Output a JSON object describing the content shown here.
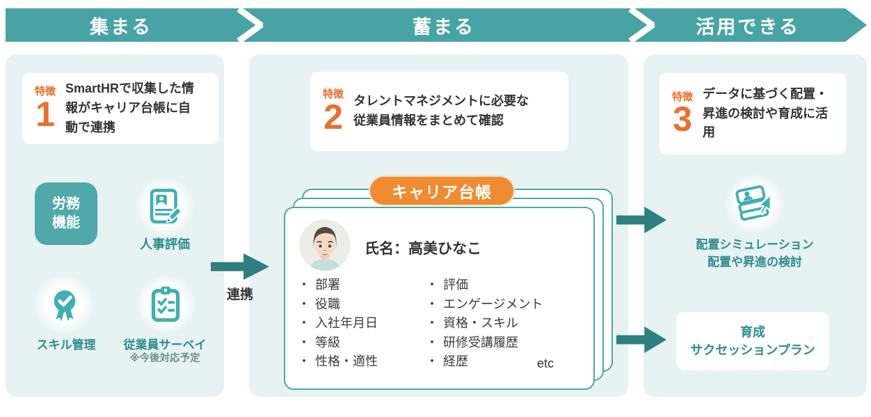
{
  "banner": {
    "steps": [
      "集まる",
      "蓄まる",
      "活用できる"
    ]
  },
  "features": [
    {
      "tag": "特徴",
      "number": "1",
      "text": "SmartHRで収集した情報がキャリア台帳に自動で連携"
    },
    {
      "tag": "特徴",
      "number": "2",
      "text": "タレントマネジメントに必要な従業員情報をまとめて確認"
    },
    {
      "tag": "特徴",
      "number": "3",
      "text": "データに基づく配置・昇進の検討や育成に活用"
    }
  ],
  "gather": {
    "labor_box": {
      "line1": "労務",
      "line2": "機能"
    },
    "hr_eval": {
      "label": "人事評価"
    },
    "skill": {
      "label": "スキル管理"
    },
    "survey": {
      "label": "従業員サーベイ",
      "note": "※今後対応予定"
    }
  },
  "link_arrow": {
    "label": "連携"
  },
  "ledger": {
    "pill": "キャリア台帳",
    "name": "氏名：高美ひなこ",
    "fields_left": [
      "部署",
      "役職",
      "入社年月日",
      "等級",
      "性格・適性"
    ],
    "fields_right": [
      "評価",
      "エンゲージメント",
      "資格・スキル",
      "研修受講履歴",
      "経歴"
    ],
    "etc": "etc"
  },
  "utilize": {
    "sim_line1": "配置シミュレーション",
    "sim_line2": "配置や昇進の検討",
    "plan_line1": "育成",
    "plan_line2": "サクセッションプラン"
  },
  "colors": {
    "banner_teal": "#48A3A4",
    "panel_bg": "#E7F2F2",
    "arrow_teal": "#2F7E80",
    "icon_teal": "#3EB0B2",
    "label_teal": "#2D8C8D",
    "labor_box_teal": "#4FA9AA",
    "accent_orange": "#E96F2E",
    "pill_orange": "#EF8B30",
    "card_border_teal": "#4AA9AA"
  }
}
